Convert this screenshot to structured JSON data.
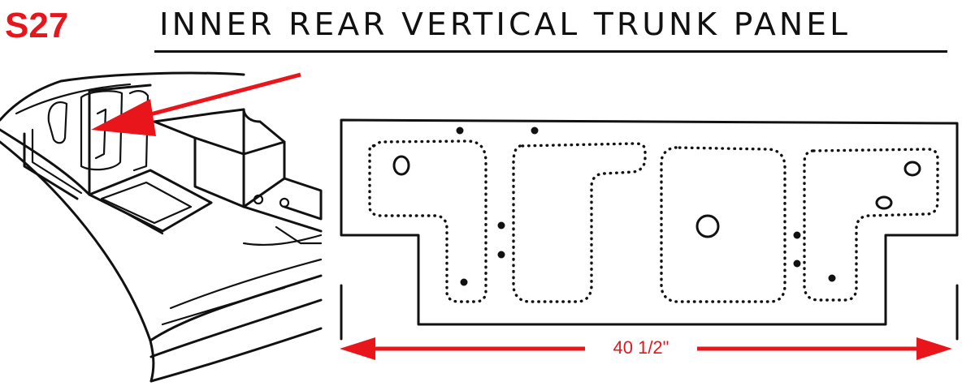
{
  "header": {
    "code": "S27",
    "title": "INNER REAR VERTICAL TRUNK PANEL"
  },
  "dimension": {
    "label": "40 1/2\""
  },
  "colors": {
    "accent_red": "#e8151b",
    "ink": "#111111"
  }
}
